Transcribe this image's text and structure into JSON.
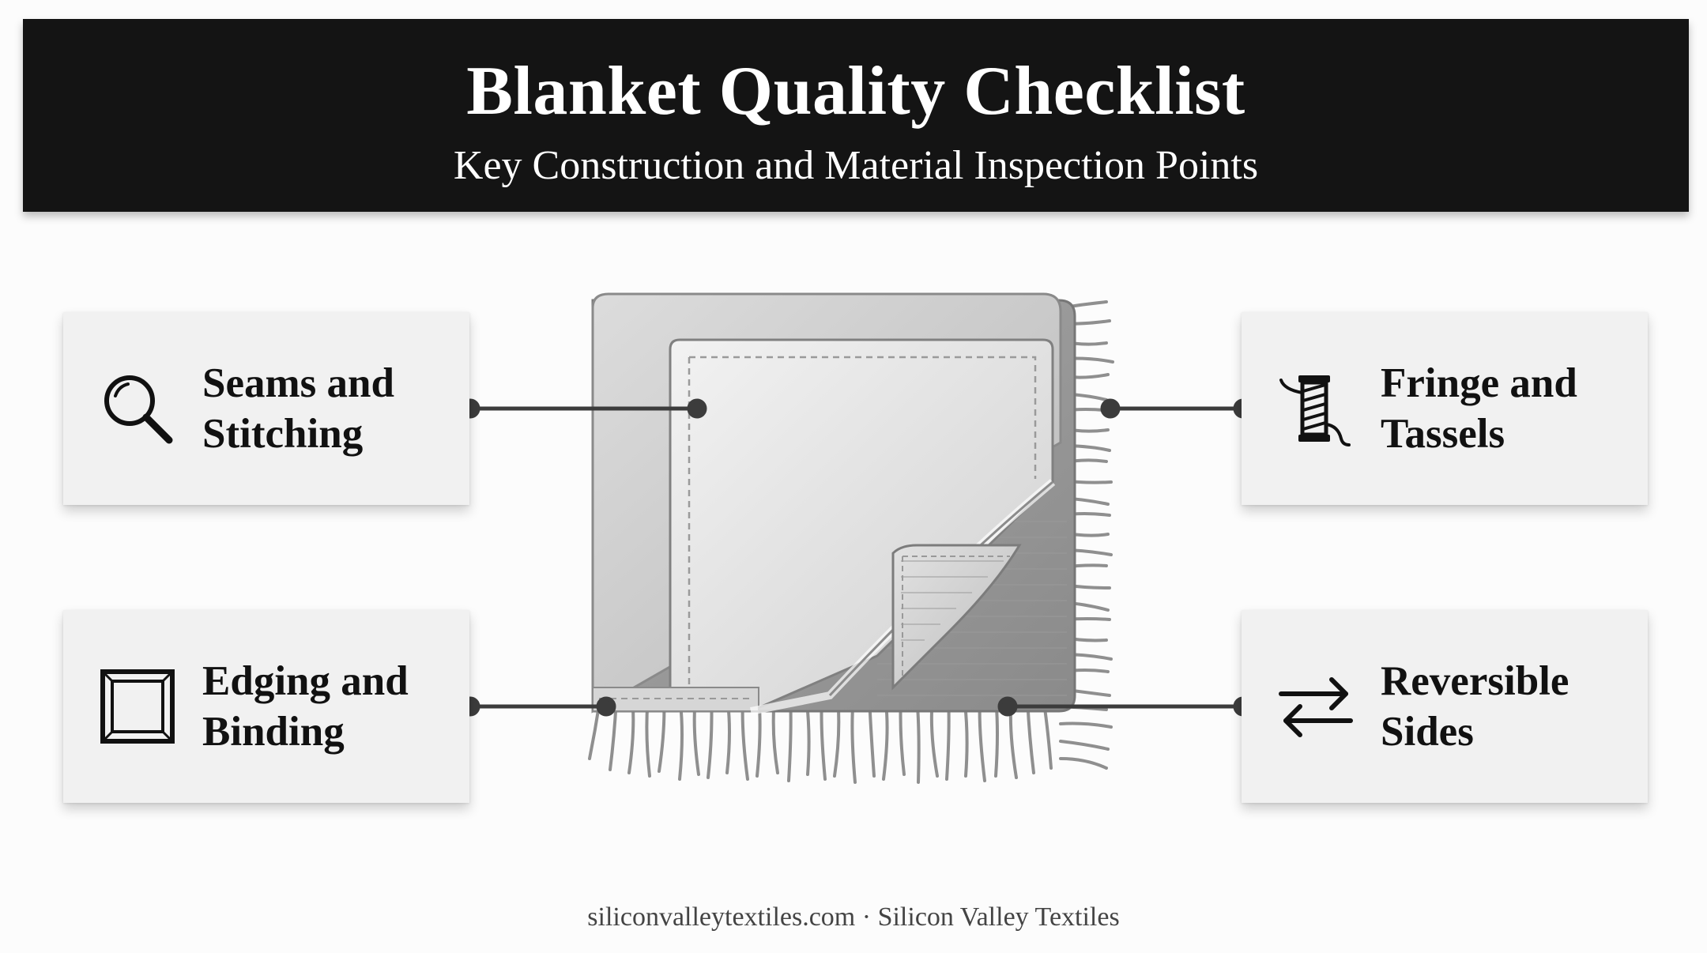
{
  "header": {
    "title": "Blanket Quality Checklist",
    "subtitle": "Key Construction and Material Inspection Points"
  },
  "cards": {
    "seams": {
      "label": "Seams and\nStitching",
      "icon": "magnifying-glass-icon"
    },
    "edging": {
      "label": "Edging and\nBinding",
      "icon": "square-frame-icon"
    },
    "fringe": {
      "label": "Fringe and\nTassels",
      "icon": "thread-spool-icon"
    },
    "reversible": {
      "label": "Reversible\nSides",
      "icon": "swap-arrows-icon"
    }
  },
  "footer": {
    "text": "siliconvalleytextiles.com · Silicon Valley Textiles"
  },
  "colors": {
    "header_bg": "#141414",
    "card_bg": "#f1f1f1",
    "connector": "#3c3c3c"
  }
}
